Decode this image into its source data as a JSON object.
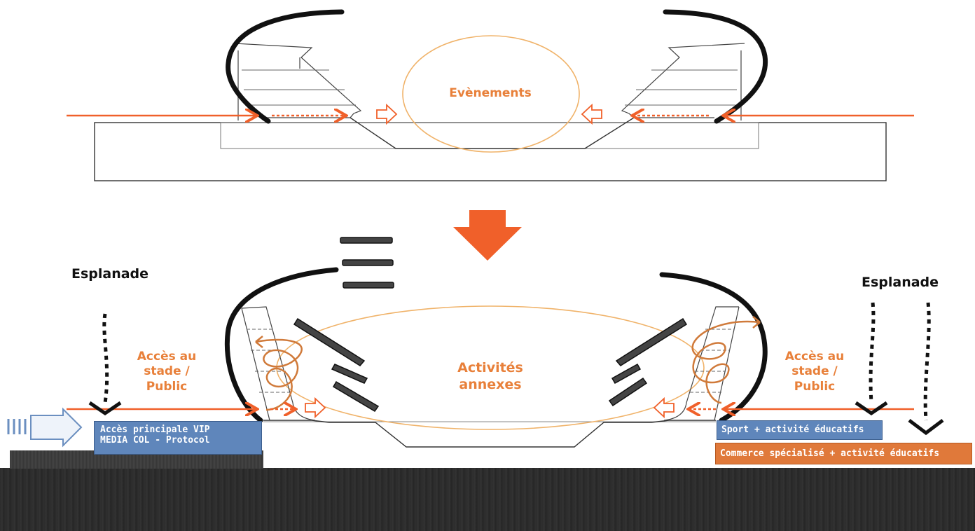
{
  "top_section": {
    "event_label": "Evènements"
  },
  "bottom_section": {
    "center_label": "Activités annexes",
    "left_esplanade": "Esplanade",
    "right_esplanade": "Esplanade",
    "left_access": "Accès au stade / Public",
    "right_access": "Accès au stade / Public",
    "vip_box_line1": "Accès principale VIP",
    "vip_box_line2": "MEDIA COL - Protocol",
    "sport_box": "Sport + activité éducatifs",
    "commerce_box": "Commerce spécialisé + activité éducatifs"
  },
  "colors": {
    "accent_orange": "#f0602a",
    "ellipse_orange": "#f0b36a",
    "text_orange": "#e8803a",
    "box_blue": "#5f86bb",
    "box_orange": "#e0793a",
    "ground_dark": "#2b2b2b"
  }
}
